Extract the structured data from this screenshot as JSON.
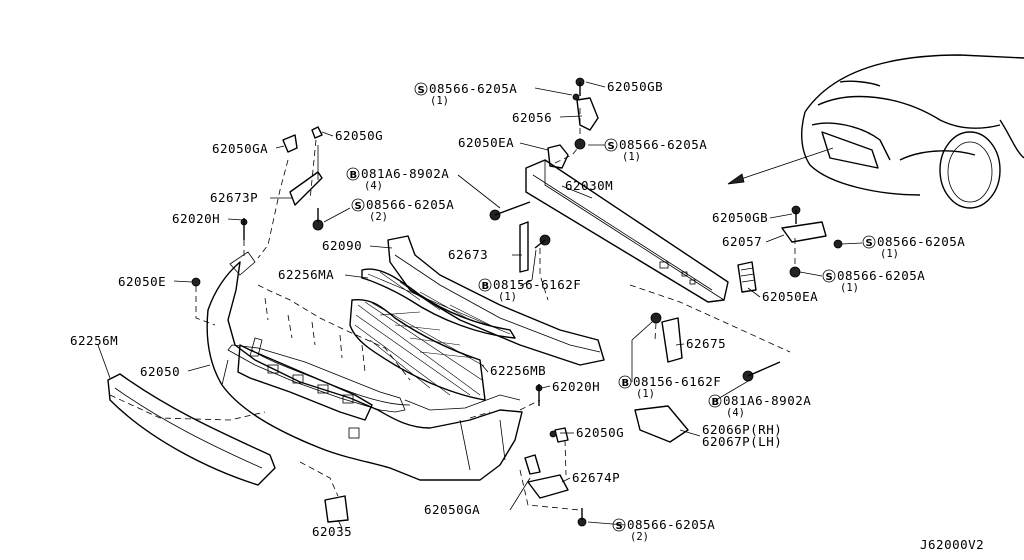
{
  "diagram": {
    "code": "J62000V2",
    "parts": {
      "p62050GA_top": "62050GA",
      "p62050G_top": "62050G",
      "p62673P": "62673P",
      "p62020H_top": "62020H",
      "p62050E": "62050E",
      "p62256MA": "62256MA",
      "p62256M": "62256M",
      "p62050": "62050",
      "p62090": "62090",
      "p62673": "62673",
      "p62030M": "62030M",
      "p62050EA_top": "62050EA",
      "p62056": "62056",
      "p62050GB_top": "62050GB",
      "p62256MB": "62256MB",
      "p62020H_bottom": "62020H",
      "p62050G_bottom": "62050G",
      "p62674P": "62674P",
      "p62050GA_bottom": "62050GA",
      "p62035": "62035",
      "p62675": "62675",
      "p62066P": "62066P(RH)",
      "p62067P": "62067P(LH)",
      "p62050GB_right": "62050GB",
      "p62057": "62057",
      "p62050EA_right": "62050EA"
    },
    "callouts": {
      "s_top_left": {
        "symbol": "S",
        "number": "08566-6205A",
        "qty": "(1)"
      },
      "s_top_right": {
        "symbol": "S",
        "number": "08566-6205A",
        "qty": "(1)"
      },
      "b_top": {
        "symbol": "B",
        "number": "081A6-8902A",
        "qty": "(4)"
      },
      "s_left": {
        "symbol": "S",
        "number": "08566-6205A",
        "qty": "(2)"
      },
      "b_mid": {
        "symbol": "B",
        "number": "08156-6162F",
        "qty": "(1)"
      },
      "s_right1": {
        "symbol": "S",
        "number": "08566-6205A",
        "qty": "(1)"
      },
      "s_right2": {
        "symbol": "S",
        "number": "08566-6205A",
        "qty": "(1)"
      },
      "b_low": {
        "symbol": "B",
        "number": "08156-6162F",
        "qty": "(1)"
      },
      "b_right": {
        "symbol": "B",
        "number": "081A6-8902A",
        "qty": "(4)"
      },
      "s_bottom": {
        "symbol": "S",
        "number": "08566-6205A",
        "qty": "(2)"
      }
    }
  }
}
